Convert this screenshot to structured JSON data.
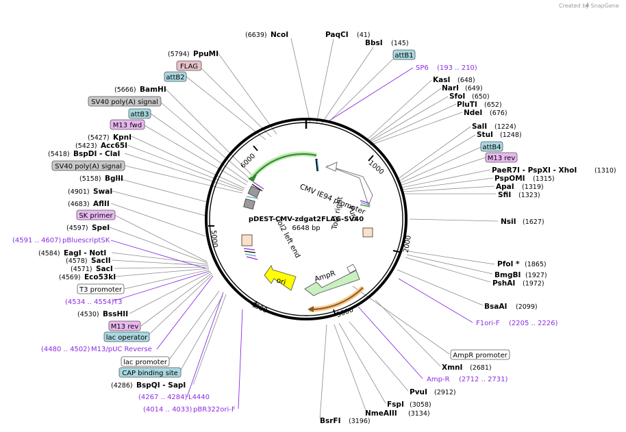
{
  "watermark": "Created by SnapGene",
  "map": {
    "title": "pDEST-CMV-zdgat2FLAG-SV40",
    "length_label": "6648 bp"
  },
  "ticks": [
    "1000",
    "2000",
    "3000",
    "4000",
    "5000",
    "6000"
  ],
  "enzymes": [
    {
      "pos": "(6639)",
      "name": "NcoI"
    },
    {
      "pos": "(41)",
      "name": "PaqCI"
    },
    {
      "pos": "(145)",
      "name": "BbsI"
    },
    {
      "pos": "(648)",
      "name": "KasI"
    },
    {
      "pos": "(649)",
      "name": "NarI"
    },
    {
      "pos": "(650)",
      "name": "SfoI"
    },
    {
      "pos": "(652)",
      "name": "PluTI"
    },
    {
      "pos": "(676)",
      "name": "NdeI"
    },
    {
      "pos": "(1224)",
      "name": "SalI"
    },
    {
      "pos": "(1248)",
      "name": "StuI"
    },
    {
      "pos": "(1310)",
      "name": "PaeR7I - PspXI - XhoI"
    },
    {
      "pos": "(1315)",
      "name": "PspOMI"
    },
    {
      "pos": "(1319)",
      "name": "ApaI"
    },
    {
      "pos": "(1323)",
      "name": "SfiI"
    },
    {
      "pos": "(1627)",
      "name": "NsiI"
    },
    {
      "pos": "(1865)",
      "name": "PfoI *"
    },
    {
      "pos": "(1927)",
      "name": "BmgBI"
    },
    {
      "pos": "(1972)",
      "name": "PshAI"
    },
    {
      "pos": "(2099)",
      "name": "BsaAI"
    },
    {
      "pos": "(2681)",
      "name": "XmnI"
    },
    {
      "pos": "(2912)",
      "name": "PvuI"
    },
    {
      "pos": "(3058)",
      "name": "FspI"
    },
    {
      "pos": "(3134)",
      "name": "NmeAIII"
    },
    {
      "pos": "(3196)",
      "name": "BsrFI"
    },
    {
      "pos": "(5794)",
      "name": "PpuMI"
    },
    {
      "pos": "(5666)",
      "name": "BamHI"
    },
    {
      "pos": "(5427)",
      "name": "KpnI"
    },
    {
      "pos": "(5423)",
      "name": "Acc65I"
    },
    {
      "pos": "(5418)",
      "name": "BspDI - ClaI"
    },
    {
      "pos": "(5158)",
      "name": "BglII"
    },
    {
      "pos": "(4901)",
      "name": "SwaI"
    },
    {
      "pos": "(4683)",
      "name": "AflII"
    },
    {
      "pos": "(4597)",
      "name": "SpeI"
    },
    {
      "pos": "(4584)",
      "name": "EagI - NotI"
    },
    {
      "pos": "(4578)",
      "name": "SacII"
    },
    {
      "pos": "(4571)",
      "name": "SacI"
    },
    {
      "pos": "(4569)",
      "name": "Eco53kI"
    },
    {
      "pos": "(4530)",
      "name": "BssHII"
    },
    {
      "pos": "(4286)",
      "name": "BspQI - SapI"
    }
  ],
  "primers": [
    {
      "name": "SP6",
      "range": "(193 .. 210)"
    },
    {
      "name": "F1ori-F",
      "range": "(2205 .. 2226)"
    },
    {
      "name": "Amp-R",
      "range": "(2712 .. 2731)"
    },
    {
      "name": "pBluescriptSK",
      "range": "(4591 .. 4607)"
    },
    {
      "name": "T3",
      "range": "(4534 .. 4554)"
    },
    {
      "name": "M13/pUC Reverse",
      "range": "(4480 .. 4502)"
    },
    {
      "name": "L4440",
      "range": "(4267 .. 4284)"
    },
    {
      "name": "pBR322ori-F",
      "range": "(4014 .. 4033)"
    }
  ],
  "feature_tags": [
    {
      "label": "attB1",
      "fill": "#a8d8e0"
    },
    {
      "label": "attB4",
      "fill": "#a8d8e0"
    },
    {
      "label": "M13 rev",
      "fill": "#e8b8f0"
    },
    {
      "label": "AmpR promoter",
      "fill": "#ffffff"
    },
    {
      "label": "FLAG",
      "fill": "#e8c0c8"
    },
    {
      "label": "attB2",
      "fill": "#a8d8e0"
    },
    {
      "label": "SV40 poly(A) signal",
      "fill": "#c8c8c8"
    },
    {
      "label": "attB3",
      "fill": "#a8d8e0"
    },
    {
      "label": "M13 fwd",
      "fill": "#e8b8f0"
    },
    {
      "label": "SV40 poly(A) signal",
      "fill": "#c8c8c8"
    },
    {
      "label": "SK primer",
      "fill": "#e8b8f0"
    },
    {
      "label": "T3 promoter",
      "fill": "#ffffff"
    },
    {
      "label": "M13 rev",
      "fill": "#e8b8f0"
    },
    {
      "label": "lac operator",
      "fill": "#a8d8e0"
    },
    {
      "label": "lac promoter",
      "fill": "#ffffff"
    },
    {
      "label": "CAP binding site",
      "fill": "#a8d8e0"
    }
  ],
  "inner_labels": {
    "cmv": "CMV IE94 promoter",
    "tol2_right": "Tol2 right",
    "tol2_left": "Tol2 left end",
    "puro": "Puro",
    "ampr": "AmpR",
    "ori": "ori"
  },
  "colors": {
    "backbone": "#000000",
    "primer": "#8a2be2",
    "ampr_arrow": "#c8f0c0",
    "ori_arrow": "#ffff00",
    "green_arrow": "#2e8b2e",
    "orange_arrow": "#f5b060"
  }
}
